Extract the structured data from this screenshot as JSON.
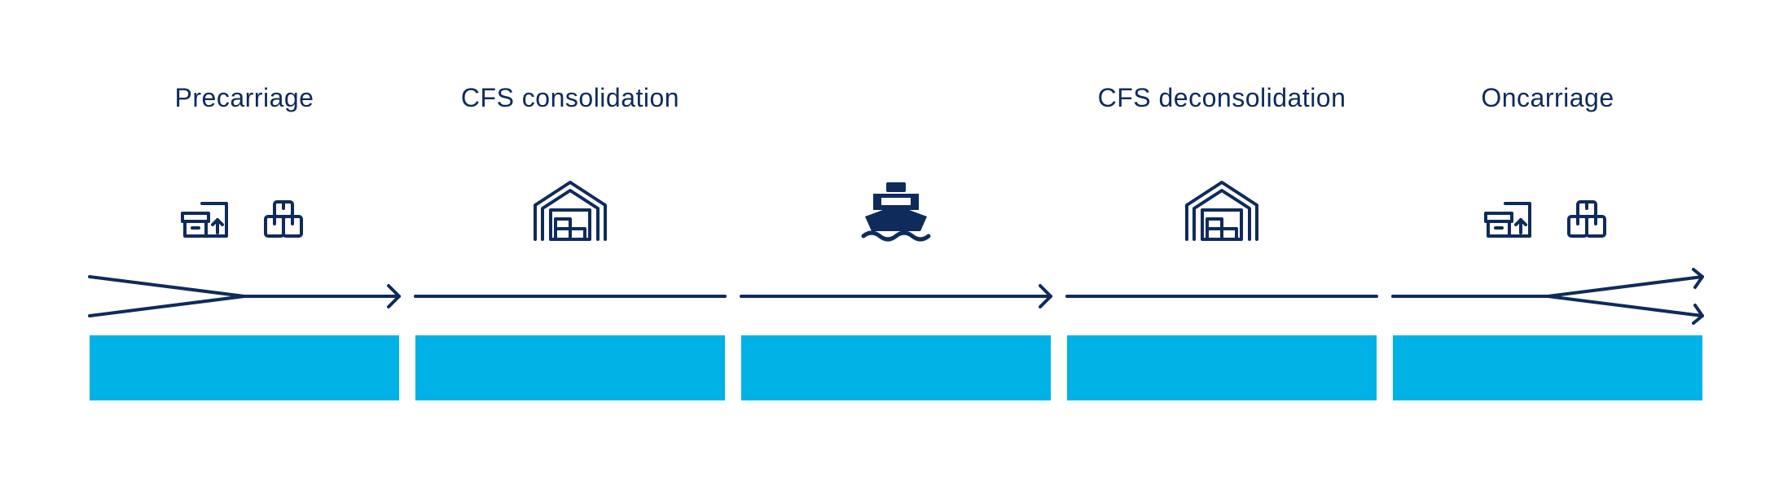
{
  "diagram": {
    "colors": {
      "navy": "#0f2b5b",
      "accent": "#00b2e6",
      "background": "#ffffff"
    },
    "stages": [
      {
        "label": "Precarriage",
        "icons": [
          "box-with-arrow-icon",
          "stacked-boxes-icon"
        ],
        "flow": "merge"
      },
      {
        "label": "CFS consolidation",
        "icons": [
          "warehouse-icon"
        ],
        "flow": "line"
      },
      {
        "label": "",
        "icons": [
          "ship-icon"
        ],
        "flow": "arrow"
      },
      {
        "label": "CFS deconsolidation",
        "icons": [
          "warehouse-icon"
        ],
        "flow": "line"
      },
      {
        "label": "Oncarriage",
        "icons": [
          "box-with-arrow-icon",
          "stacked-boxes-icon"
        ],
        "flow": "split"
      }
    ]
  }
}
